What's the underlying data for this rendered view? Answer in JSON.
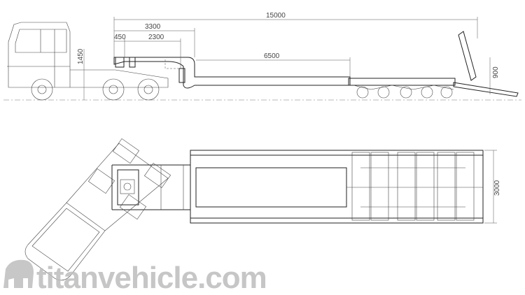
{
  "side_view": {
    "dimensions": {
      "overall_length": "15000",
      "gooseneck_length": "3300",
      "front_offset": "450",
      "kingpin_span": "2300",
      "lowbed_deck_length": "6500",
      "gooseneck_height": "1450",
      "rear_height": "900"
    }
  },
  "top_view": {
    "dimensions": {
      "overall_width": "3000"
    }
  },
  "watermark": "titanvehicle.com"
}
